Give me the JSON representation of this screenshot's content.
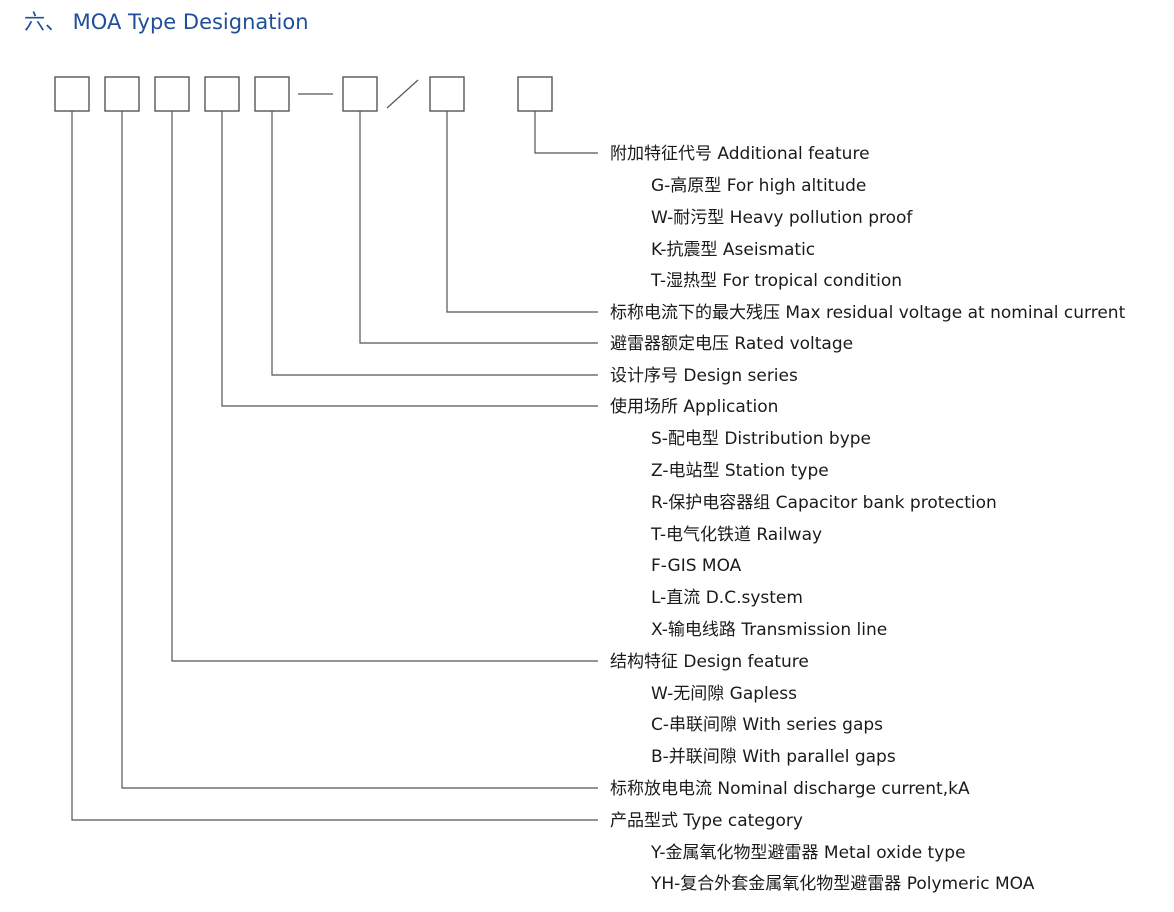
{
  "title": "六、 MOA Type Designation",
  "line_color": "#555555",
  "title_color": "#1f4e9a",
  "entries": [
    {
      "label": "附加特征代号 Additional feature",
      "options": [
        "G-高原型 For high altitude",
        "W-耐污型 Heavy pollution proof",
        "K-抗震型 Aseismatic",
        "T-湿热型 For tropical condition"
      ]
    },
    {
      "label": "标称电流下的最大残压 Max residual voltage at nominal current",
      "options": []
    },
    {
      "label": "避雷器额定电压 Rated voltage",
      "options": []
    },
    {
      "label": "设计序号 Design series",
      "options": []
    },
    {
      "label": "使用场所 Application",
      "options": [
        "S-配电型 Distribution bype",
        "Z-电站型 Station type",
        "R-保护电容器组 Capacitor bank protection",
        "T-电气化铁道 Railway",
        "F-GIS MOA",
        "L-直流 D.C.system",
        "X-输电线路 Transmission line"
      ]
    },
    {
      "label": "结构特征 Design feature",
      "options": [
        "W-无间隙 Gapless",
        "C-串联间隙 With series gaps",
        "B-并联间隙 With parallel gaps"
      ]
    },
    {
      "label": "标称放电电流 Nominal discharge current,kA",
      "options": []
    },
    {
      "label": "产品型式 Type category",
      "options": [
        "Y-金属氧化物型避雷器 Metal oxide type",
        "YH-复合外套金属氧化物型避雷器 Polymeric MOA"
      ]
    }
  ]
}
